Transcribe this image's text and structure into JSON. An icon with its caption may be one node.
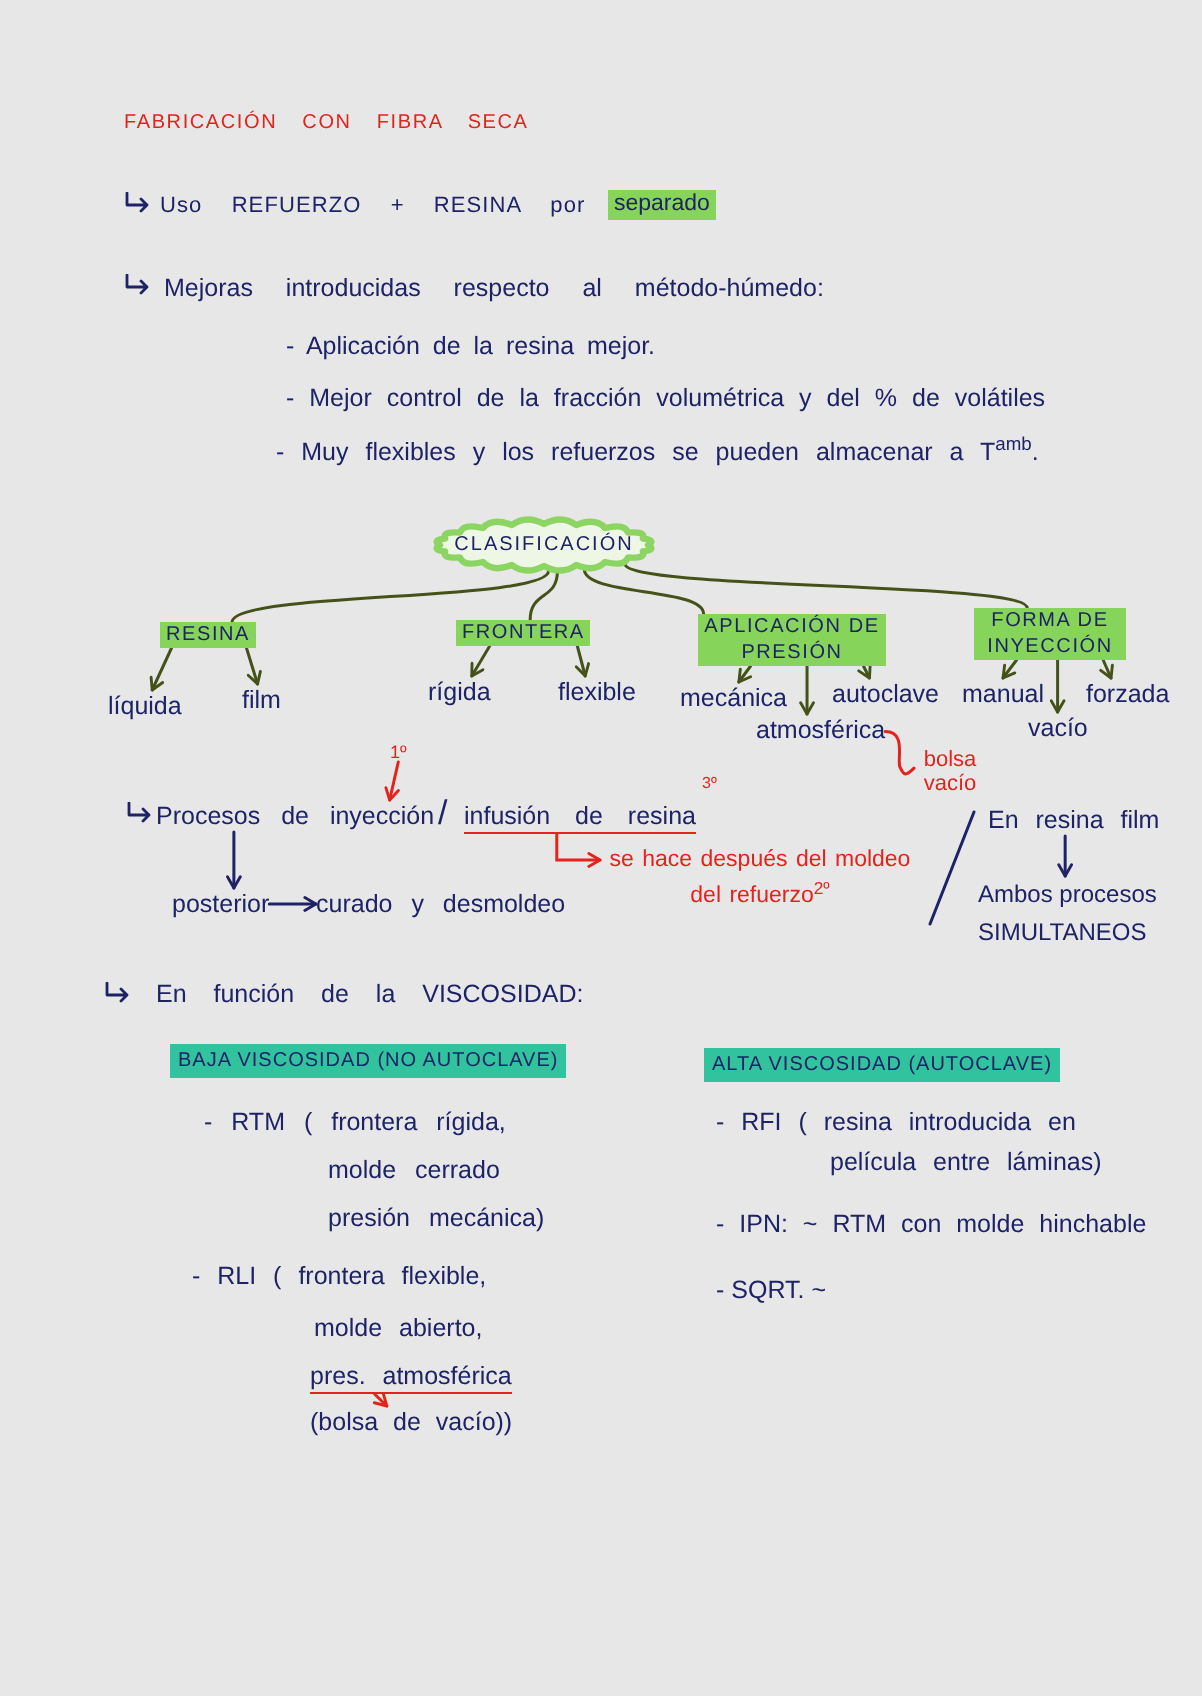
{
  "diagram": {
    "title": "FABRICACIÓN CON FIBRA SECA",
    "nodes": [
      {
        "text": [
          "separado"
        ]
      },
      {
        "text": [
          "CLASIFICACIÓN"
        ]
      },
      {
        "text": [
          "RESINA"
        ]
      },
      {
        "text": [
          "FRONTERA"
        ]
      },
      {
        "text": [
          "APLICACIÓN DE PRESIÓN"
        ]
      },
      {
        "text": [
          "FORMA DE INYECCIÓN"
        ]
      },
      {
        "text": [
          "líquida"
        ]
      },
      {
        "text": [
          "film"
        ]
      },
      {
        "text": [
          "rígida"
        ]
      },
      {
        "text": [
          "flexible"
        ]
      },
      {
        "text": [
          "mecánica"
        ]
      },
      {
        "text": [
          "atmosférica"
        ]
      },
      {
        "text": [
          "autoclave"
        ]
      },
      {
        "text": [
          "manual"
        ]
      },
      {
        "text": [
          "vacío"
        ]
      },
      {
        "text": [
          "forzada"
        ]
      },
      {
        "text": [
          "bolsa vacío"
        ]
      },
      {
        "text": [
          "1º"
        ]
      },
      {
        "text": [
          "Procesos de inyección"
        ]
      },
      {
        "text": [
          "infusión de resina"
        ],
        "beside": [
          "3º"
        ]
      },
      {
        "text": [
          "se hace después del moldeo del refuerzo$^{2º}$"
        ]
      },
      {
        "text": [
          "posterior"
        ]
      },
      {
        "text": [
          "curado y desmoldeo"
        ]
      },
      {
        "text": [
          "En resina film"
        ]
      },
      {
        "text": [
          "Ambos procesos SIMULTANEOS"
        ]
      },
      {
        "text": [
          "BAJA VISCOSIDAD (NO AUTOCLAVE)"
        ]
      },
      {
        "text": [
          "ALTA VISCOSIDAD (AUTOCLAVE)"
        ]
      },
      {
        "text": [
          "pres. atmosférica"
        ]
      },
      {
        "text": [
          "(bolsa de vacío))"
        ]
      }
    ],
    "edges": [
      {
        "from": 1,
        "to": 2,
        "arrow": "none"
      },
      {
        "from": 1,
        "to": 3,
        "arrow": "none"
      },
      {
        "from": 1,
        "to": 4,
        "arrow": "none"
      },
      {
        "from": 1,
        "to": 5,
        "arrow": "none"
      },
      {
        "from": 2,
        "to": 6,
        "arrow": "to"
      },
      {
        "from": 2,
        "to": 7,
        "arrow": "to"
      },
      {
        "from": 3,
        "to": 8,
        "arrow": "to"
      },
      {
        "from": 3,
        "to": 9,
        "arrow": "to"
      },
      {
        "from": 4,
        "to": 10,
        "arrow": "to"
      },
      {
        "from": 4,
        "to": 11,
        "arrow": "to"
      },
      {
        "from": 4,
        "to": 12,
        "arrow": "to"
      },
      {
        "from": 5,
        "to": 13,
        "arrow": "to"
      },
      {
        "from": 5,
        "to": 14,
        "arrow": "to"
      },
      {
        "from": 5,
        "to": 15,
        "arrow": "to"
      },
      {
        "from": 16,
        "to": 11,
        "arrow": "none",
        "color": "#e3231c"
      },
      {
        "from": 17,
        "to": 18,
        "arrow": "to",
        "color": "#e3231c"
      },
      {
        "from": 19,
        "to": 20,
        "arrow": "to",
        "color": "#e3231c"
      },
      {
        "from": 18,
        "to": 21,
        "arrow": "to",
        "color": "#1d2366"
      },
      {
        "from": 21,
        "to": 22,
        "arrow": "to",
        "color": "#1d2366"
      },
      {
        "from": 23,
        "to": 24,
        "arrow": "to",
        "color": "#1d2366"
      },
      {
        "from": 27,
        "to": 28,
        "arrow": "to",
        "color": "#e3231c"
      }
    ],
    "labels": [
      "Uso REFUERZO + RESINA por",
      "Mejoras introducidas respecto al método-húmedo:",
      "- Aplicación de la resina mejor.",
      "- Mejor control de la fracción volumétrica y del % de volátiles",
      "- Muy flexibles y los refuerzos se pueden almacenar a T$^{amb}$.",
      "/",
      "En función de la VISCOSIDAD:",
      "- RTM ( frontera rígida, molde cerrado presión mecánica)",
      "- RLI ( frontera flexible, molde abierto,",
      "- RFI ( resina introducida en película entre láminas)",
      "- IPN: ~ RTM con molde hinchable",
      "- SQRT. ~"
    ]
  }
}
